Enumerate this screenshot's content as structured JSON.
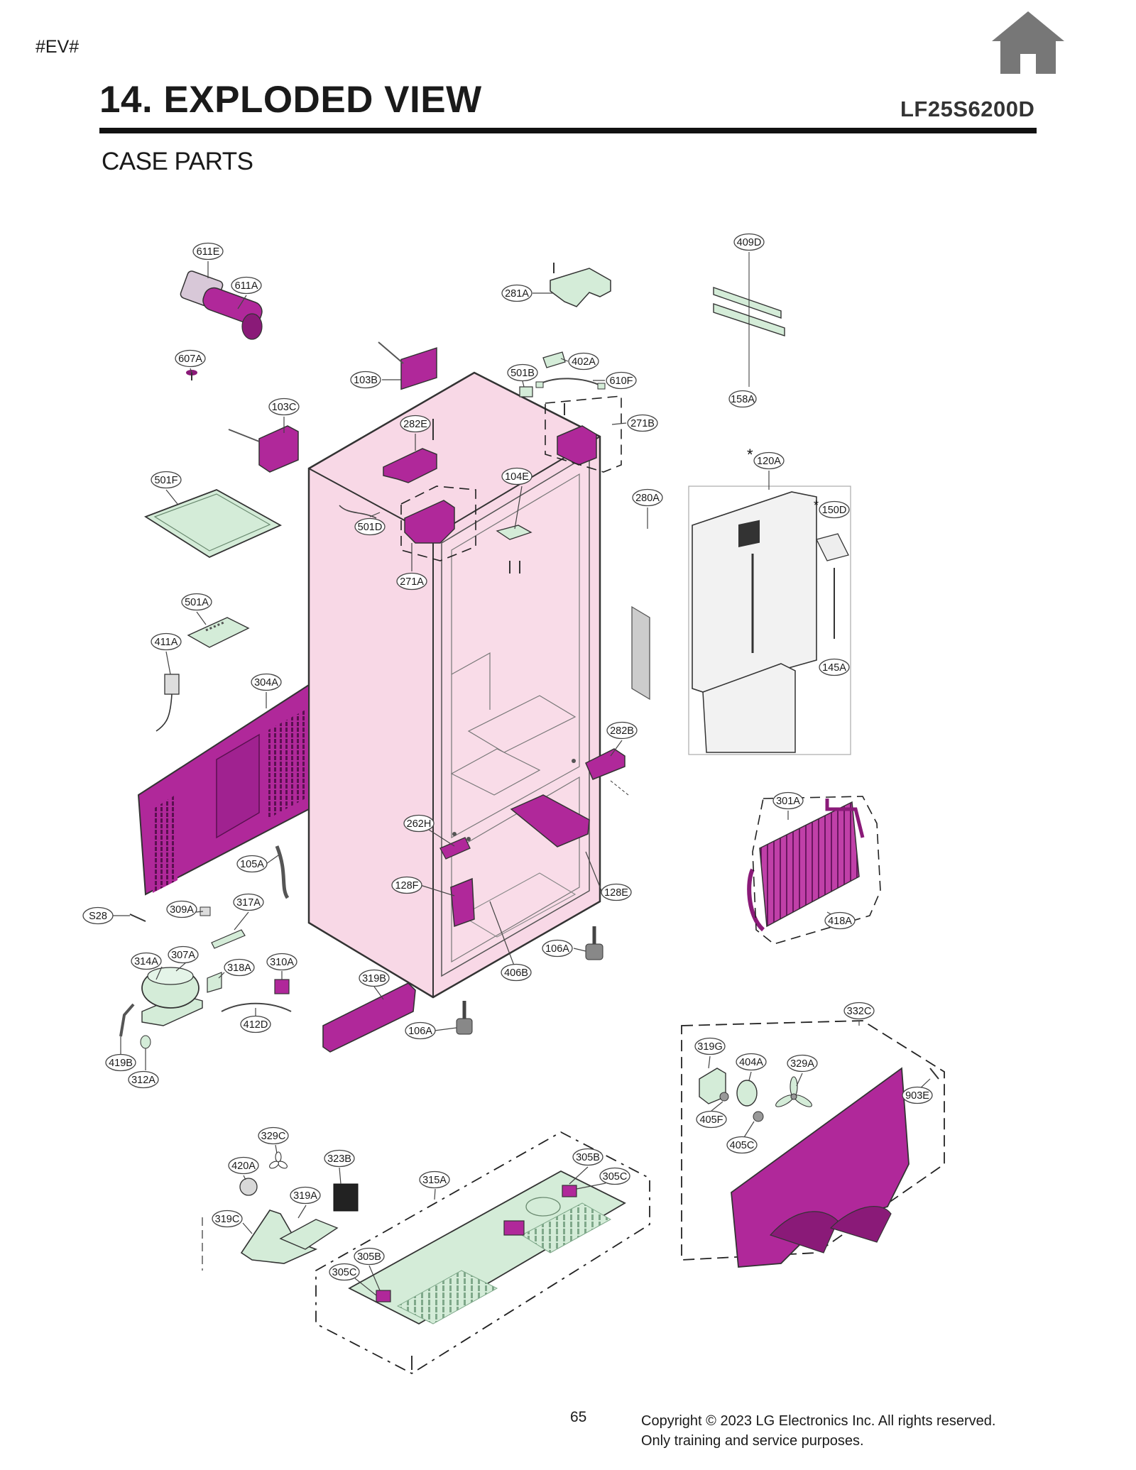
{
  "header": {
    "tag": "#EV#",
    "title": "14. EXPLODED VIEW",
    "model": "LF25S6200D",
    "subtitle": "CASE PARTS",
    "home_icon": "home-icon"
  },
  "colors": {
    "cabinet": "#f8d8e6",
    "part_magenta": "#b0289a",
    "part_mint": "#d4ecd8",
    "outline": "#333333"
  },
  "callouts": [
    "611E",
    "611A",
    "607A",
    "103B",
    "103C",
    "282E",
    "281A",
    "402A",
    "501B",
    "610F",
    "271B",
    "409D",
    "158A",
    "120A",
    "150D",
    "145A",
    "501F",
    "501D",
    "104E",
    "280A",
    "271A",
    "501A",
    "411A",
    "304A",
    "282B",
    "262H",
    "301A",
    "418A",
    "105A",
    "128F",
    "128E",
    "S28",
    "309A",
    "317A",
    "106A",
    "406B",
    "314A",
    "307A",
    "318A",
    "310A",
    "319B",
    "412D",
    "106A",
    "419B",
    "312A",
    "332C",
    "319G",
    "404A",
    "329A",
    "903E",
    "405F",
    "405C",
    "329C",
    "323B",
    "420A",
    "305B",
    "315A",
    "305C",
    "319A",
    "319C",
    "305B",
    "305C"
  ],
  "markers": {
    "asterisk": "*"
  },
  "footer": {
    "page_number": "65",
    "copyright_line1": "Copyright © 2023 LG Electronics Inc. All rights reserved.",
    "copyright_line2": "Only training and service purposes."
  }
}
